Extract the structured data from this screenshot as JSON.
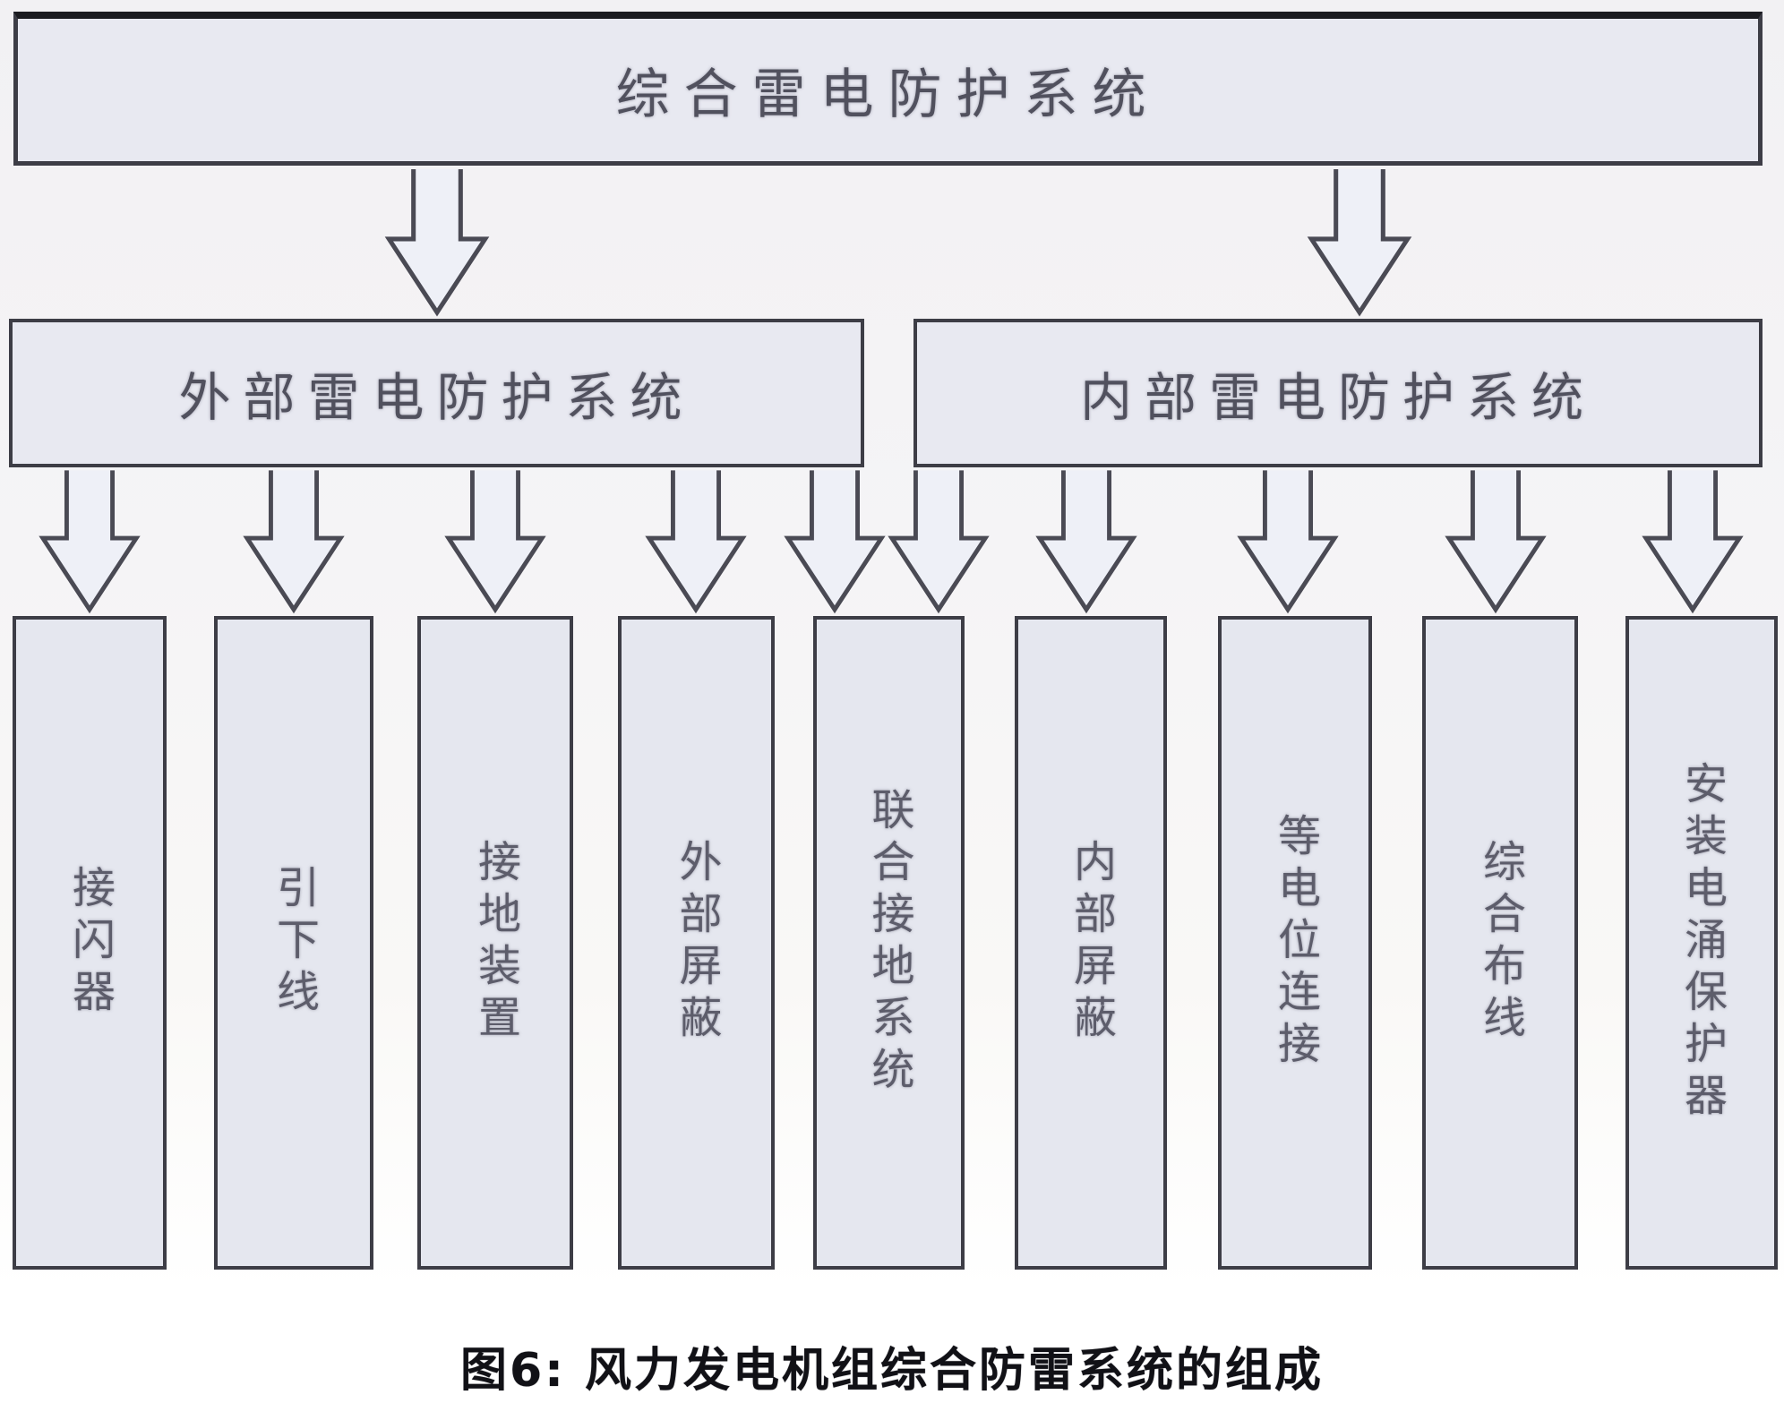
{
  "diagram": {
    "root_label": "综合雷电防护系统",
    "branches": [
      {
        "id": "external",
        "label": "外部雷电防护系统"
      },
      {
        "id": "internal",
        "label": "内部雷电防护系统"
      }
    ],
    "leaves": [
      {
        "label": "接闪器",
        "parent": "external"
      },
      {
        "label": "引下线",
        "parent": "external"
      },
      {
        "label": "接地装置",
        "parent": "external"
      },
      {
        "label": "外部屏蔽",
        "parent": "external"
      },
      {
        "label": "联合接地系统",
        "parent": "both"
      },
      {
        "label": "内部屏蔽",
        "parent": "internal"
      },
      {
        "label": "等电位连接",
        "parent": "internal"
      },
      {
        "label": "综合布线",
        "parent": "internal"
      },
      {
        "label": "安装电涌保护器",
        "parent": "internal"
      }
    ],
    "caption": "图6: 风力发电机组综合防雷系统的组成"
  },
  "colors": {
    "box_fill": "#e8e9f1",
    "box_border": "#3d3d46",
    "arrow_fill": "#eef0f7",
    "arrow_stroke": "#4a4a54",
    "caption_text": "#111116",
    "box_text": "#51515e"
  }
}
